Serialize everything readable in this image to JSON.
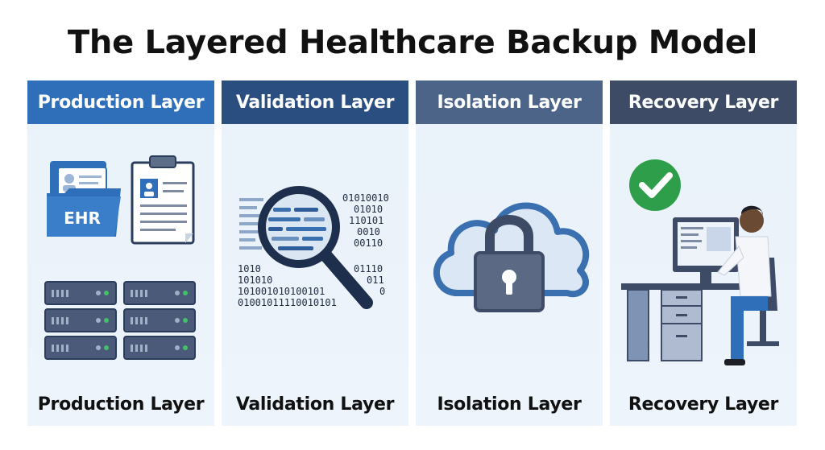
{
  "title": "The Layered Healthcare Backup Model",
  "colors": {
    "production": "#2f6fba",
    "validation": "#2b4e80",
    "isolation": "#4c6488",
    "recovery": "#3e4b66",
    "check_green": "#2f9e4a"
  },
  "layers": [
    {
      "header": "Production Layer",
      "footer": "Production Layer",
      "icons": [
        "ehr-folder-icon",
        "clipboard-icon",
        "server-rack-icon"
      ],
      "folder_label": "EHR"
    },
    {
      "header": "Validation Layer",
      "footer": "Validation Layer",
      "icons": [
        "magnifier-icon",
        "binary-data-icon"
      ],
      "binary_lines": [
        "01010010",
        "01010",
        "110101",
        "0010",
        "00110",
        "1010",
        "01110",
        "101010",
        "011",
        "101001010100101",
        "0",
        "01001011110010101"
      ]
    },
    {
      "header": "Isolation Layer",
      "footer": "Isolation Layer",
      "icons": [
        "cloud-icon",
        "padlock-icon"
      ]
    },
    {
      "header": "Recovery Layer",
      "footer": "Recovery Layer",
      "icons": [
        "checkmark-icon",
        "monitor-icon",
        "desk-icon",
        "person-icon"
      ]
    }
  ]
}
